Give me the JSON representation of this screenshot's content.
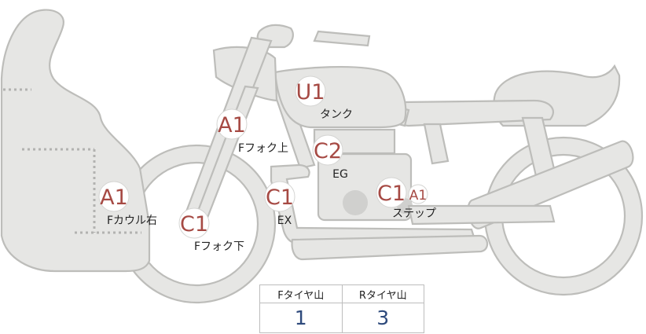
{
  "badges": {
    "u1": "U1",
    "a1_fork_upper": "A1",
    "c2": "C2",
    "a1_cowl": "A1",
    "c1_fork_lower": "C1",
    "c1_ex": "C1",
    "c1_step": "C1",
    "a1_step": "A1"
  },
  "labels": {
    "tank": "タンク",
    "fork_upper": "Fフォク上",
    "eg": "EG",
    "cowl_right": "Fカウル右",
    "fork_lower": "Fフォク下",
    "ex": "EX",
    "step": "ステップ"
  },
  "tire_table": {
    "front_header": "Fタイヤ山",
    "rear_header": "Rタイヤ山",
    "front_value": "1",
    "rear_value": "3"
  },
  "colors": {
    "badge_text": "#a64a44",
    "table_value": "#2e4a7c",
    "part_fill": "#e6e6e4",
    "part_stroke": "#bdbdba"
  }
}
